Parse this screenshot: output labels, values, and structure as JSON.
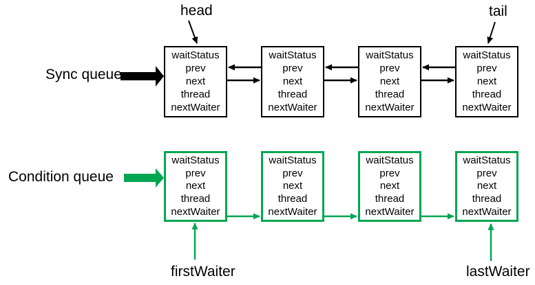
{
  "sync_queue": {
    "label": "Sync queue",
    "head_pointer": "head",
    "tail_pointer": "tail",
    "node_count": 4
  },
  "condition_queue": {
    "label": "Condition queue",
    "first_pointer": "firstWaiter",
    "last_pointer": "lastWaiter",
    "node_count": 4
  },
  "node_fields": [
    "waitStatus",
    "prev",
    "next",
    "thread",
    "nextWaiter"
  ],
  "colors": {
    "sync": "#000000",
    "condition": "#00a651",
    "background": "#ffffff",
    "text": "#000000"
  }
}
